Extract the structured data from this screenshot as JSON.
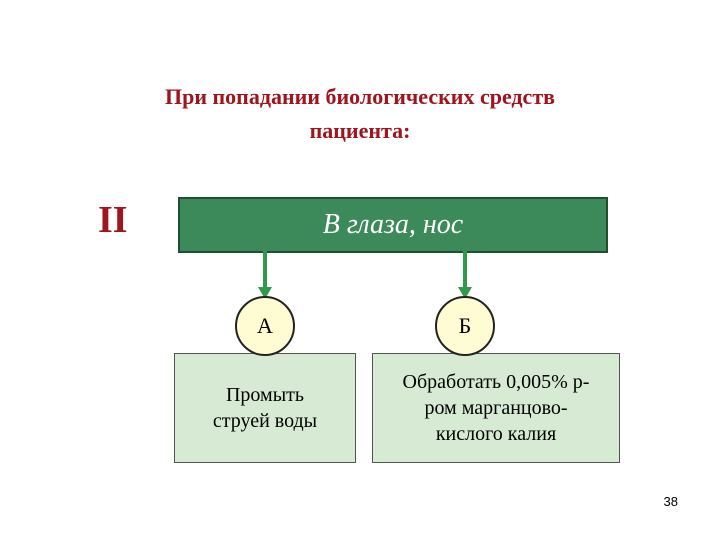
{
  "title": {
    "line1": "При попадании биологических средств",
    "line2": "пациента:"
  },
  "section_marker": "II",
  "top_node": {
    "label": "В глаза, нос"
  },
  "branches": [
    {
      "marker": "А",
      "text_lines": [
        "Промыть",
        "струей воды"
      ]
    },
    {
      "marker": "Б",
      "text_lines": [
        "Обработать 0,005% р-",
        "ром марганцово-",
        "кислого калия"
      ]
    }
  ],
  "page_number": "38",
  "colors": {
    "title": "#a0141e",
    "top_box_fill": "#3c8a5a",
    "arrow": "#2e9a4a",
    "circle_fill": "#fffbd3",
    "leaf_fill": "#d7ead4"
  }
}
